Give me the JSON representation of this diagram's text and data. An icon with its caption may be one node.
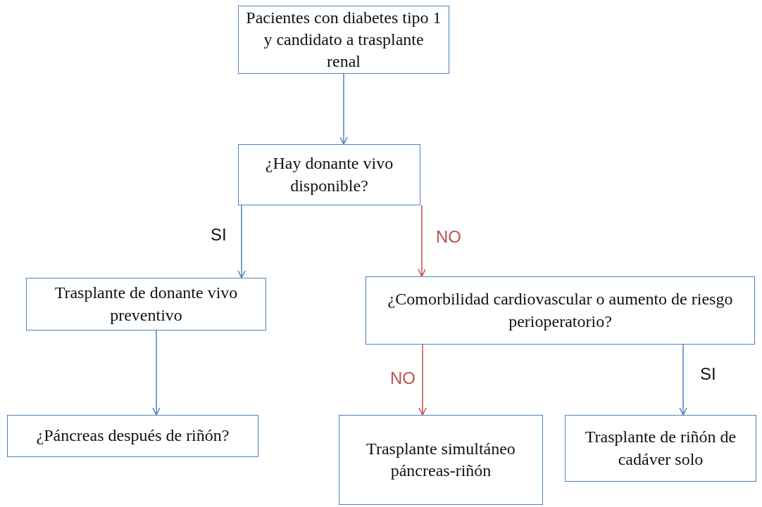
{
  "diagram": {
    "nodes": [
      {
        "text": [
          "Pacientes con diabetes tipo 1 y candidato a trasplante renal"
        ]
      },
      {
        "text": [
          "¿Hay donante vivo disponible?"
        ]
      },
      {
        "text": [
          "Trasplante de donante vivo preventivo"
        ]
      },
      {
        "text": [
          "¿Comorbilidad cardiovascular o aumento de riesgo perioperatorio?"
        ]
      },
      {
        "text": [
          "¿Páncreas después de riñón?"
        ]
      },
      {
        "text": [
          "Trasplante simultáneo páncreas-riñón"
        ]
      },
      {
        "text": [
          "Trasplante de riñón de cadáver solo"
        ]
      }
    ],
    "edges": [
      {
        "from": 0,
        "to": 1,
        "arrow": "to"
      },
      {
        "from": 1,
        "to": 2,
        "arrow": "to",
        "label": "SI"
      },
      {
        "from": 1,
        "to": 3,
        "arrow": "to",
        "label": "NO",
        "color": "#c0504d"
      },
      {
        "from": 2,
        "to": 4,
        "arrow": "to"
      },
      {
        "from": 3,
        "to": 5,
        "arrow": "to",
        "label": "NO",
        "color": "#c0504d"
      },
      {
        "from": 3,
        "to": 6,
        "arrow": "to",
        "label": "SI"
      }
    ]
  }
}
